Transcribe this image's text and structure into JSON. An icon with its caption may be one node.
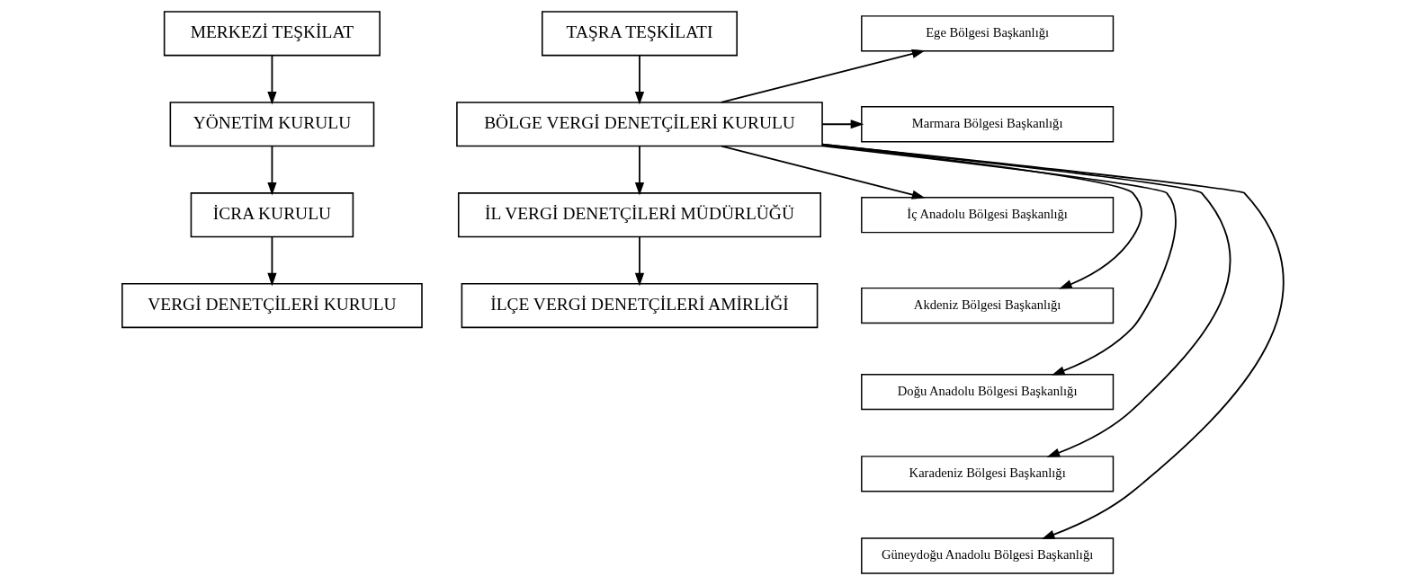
{
  "diagram": {
    "nodes": [
      {
        "text": [
          "MERKEZİ TEŞKİLAT"
        ]
      },
      {
        "text": [
          "YÖNETİM KURULU"
        ]
      },
      {
        "text": [
          "İCRA KURULU"
        ]
      },
      {
        "text": [
          "VERGİ DENETÇİLERİ KURULU"
        ]
      },
      {
        "text": [
          "TAŞRA TEŞKİLATI"
        ]
      },
      {
        "text": [
          "BÖLGE VERGİ DENETÇİLERİ KURULU"
        ]
      },
      {
        "text": [
          "İL VERGİ DENETÇİLERİ MÜDÜRLÜĞÜ"
        ]
      },
      {
        "text": [
          "İLÇE VERGİ DENETÇİLERİ AMİRLİĞİ"
        ]
      },
      {
        "text": [
          "Ege Bölgesi Başkanlığı"
        ]
      },
      {
        "text": [
          "Marmara Bölgesi Başkanlığı"
        ]
      },
      {
        "text": [
          "İç Anadolu Bölgesi Başkanlığı"
        ]
      },
      {
        "text": [
          "Akdeniz Bölgesi Başkanlığı"
        ]
      },
      {
        "text": [
          "Doğu Anadolu Bölgesi Başkanlığı"
        ]
      },
      {
        "text": [
          "Karadeniz Bölgesi Başkanlığı"
        ]
      },
      {
        "text": [
          "Güneydoğu Anadolu Bölgesi Başkanlığı"
        ]
      }
    ],
    "edges": [
      {
        "from": 0,
        "to": 1,
        "arrow": "to"
      },
      {
        "from": 1,
        "to": 2,
        "arrow": "to"
      },
      {
        "from": 2,
        "to": 3,
        "arrow": "to"
      },
      {
        "from": 4,
        "to": 5,
        "arrow": "to"
      },
      {
        "from": 5,
        "to": 6,
        "arrow": "to"
      },
      {
        "from": 6,
        "to": 7,
        "arrow": "to"
      },
      {
        "from": 5,
        "to": 8,
        "arrow": "to"
      },
      {
        "from": 5,
        "to": 9,
        "arrow": "to"
      },
      {
        "from": 5,
        "to": 10,
        "arrow": "to"
      },
      {
        "from": 5,
        "to": 11,
        "arrow": "to"
      },
      {
        "from": 5,
        "to": 12,
        "arrow": "to"
      },
      {
        "from": 5,
        "to": 13,
        "arrow": "to"
      },
      {
        "from": 5,
        "to": 14,
        "arrow": "to"
      }
    ]
  }
}
